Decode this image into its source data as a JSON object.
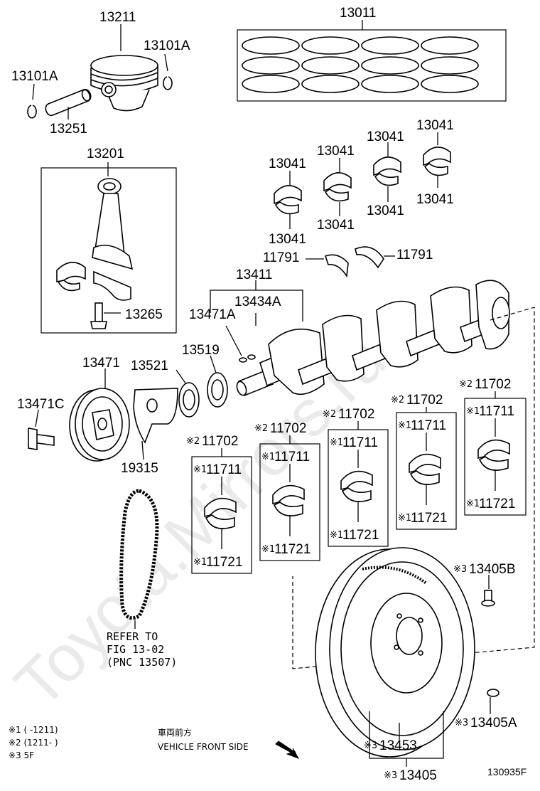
{
  "watermark": "Toyota.Mirrors.ru",
  "parts": {
    "p13011": "13011",
    "p13211": "13211",
    "p13101a_r": "13101A",
    "p13101a_l": "13101A",
    "p13251": "13251",
    "p13201": "13201",
    "p13265": "13265",
    "p13041_a": "13041",
    "p13041_b": "13041",
    "p13041_c": "13041",
    "p13041_d": "13041",
    "p13041_e": "13041",
    "p13041_f": "13041",
    "p13041_g": "13041",
    "p13041_h": "13041",
    "p11791_l": "11791",
    "p11791_r": "11791",
    "p13411": "13411",
    "p13434a": "13434A",
    "p13471a": "13471A",
    "p13471": "13471",
    "p13471c": "13471C",
    "p13521": "13521",
    "p13519": "13519",
    "p19315": "19315",
    "p13405b": "13405B",
    "p13405a": "13405A",
    "p13453": "13453",
    "p13405": "13405"
  },
  "bearing_sets": [
    {
      "set": "11702",
      "upper": "11711",
      "lower": "11721",
      "set_mark": "※2",
      "part_mark": "※1"
    },
    {
      "set": "11702",
      "upper": "11711",
      "lower": "11721",
      "set_mark": "※2",
      "part_mark": "※1"
    },
    {
      "set": "11702",
      "upper": "11711",
      "lower": "11721",
      "set_mark": "※2",
      "part_mark": "※1"
    },
    {
      "set": "11702",
      "upper": "11711",
      "lower": "11721",
      "set_mark": "※2",
      "part_mark": "※1"
    },
    {
      "set": "11702",
      "upper": "11711",
      "lower": "11721",
      "set_mark": "※2",
      "part_mark": "※1"
    }
  ],
  "marks": {
    "m3": "※3",
    "m3b": "※3",
    "m3c": "※3",
    "m3d": "※3"
  },
  "refer": {
    "line1": "REFER TO",
    "line2": "FIG 13-02",
    "line3": "(PNC 13507)"
  },
  "legend": {
    "l1": "※1 (       -1211)",
    "l2": "※2 (1211-        )",
    "l3": "※3 5F"
  },
  "direction": {
    "jp": "車両前方",
    "en": "VEHICLE FRONT SIDE"
  },
  "figure_code": "130935F"
}
